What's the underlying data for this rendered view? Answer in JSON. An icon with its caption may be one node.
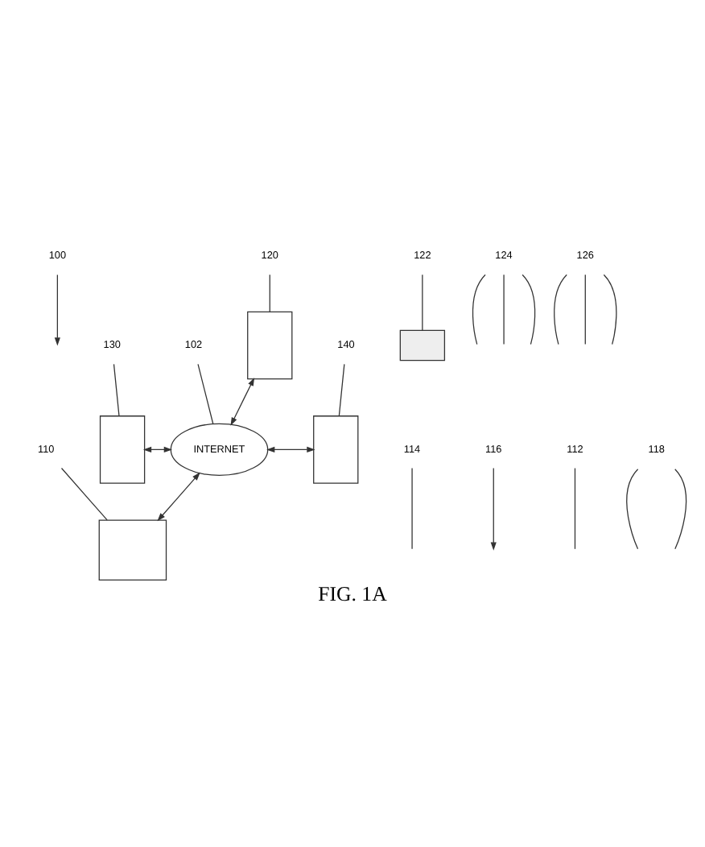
{
  "diagram": {
    "caption": "FIG. 1A",
    "nodes": [
      {
        "text": [
          "100"
        ]
      },
      {
        "text": [],
        "shape": "box"
      },
      {
        "text": [],
        "shape": "box"
      },
      {
        "text": [
          "INTERNET"
        ]
      },
      {
        "text": [],
        "shape": "box"
      },
      {
        "text": [],
        "shape": "box"
      },
      {
        "text": [],
        "shape": "box"
      },
      {
        "text": [
          "120"
        ]
      },
      {
        "text": [
          "122"
        ]
      },
      {
        "text": [
          "124"
        ]
      },
      {
        "text": [
          "126"
        ]
      },
      {
        "text": [
          "102"
        ]
      },
      {
        "text": [
          "130"
        ]
      },
      {
        "text": [
          "140"
        ]
      },
      {
        "text": [
          "110"
        ]
      },
      {
        "text": [
          "114"
        ]
      },
      {
        "text": [
          "116"
        ]
      },
      {
        "text": [
          "112"
        ]
      },
      {
        "text": [
          "118"
        ]
      }
    ],
    "edges": [
      {
        "from": 0,
        "to": null,
        "arrow": "to"
      },
      {
        "from": 7,
        "to": 1,
        "arrow": "none"
      },
      {
        "from": 8,
        "to": 2,
        "arrow": "none"
      },
      {
        "from": 9,
        "to": null,
        "arrow": "none"
      },
      {
        "from": 9,
        "to": null,
        "arrow": "none"
      },
      {
        "from": 9,
        "to": null,
        "arrow": "none"
      },
      {
        "from": 10,
        "to": null,
        "arrow": "none"
      },
      {
        "from": 10,
        "to": null,
        "arrow": "none"
      },
      {
        "from": 10,
        "to": null,
        "arrow": "none"
      },
      {
        "from": 1,
        "to": 3,
        "arrow": "both"
      },
      {
        "from": 11,
        "to": 3,
        "arrow": "none"
      },
      {
        "from": 4,
        "to": 3,
        "arrow": "both"
      },
      {
        "from": 3,
        "to": 5,
        "arrow": "both"
      },
      {
        "from": 12,
        "to": 4,
        "arrow": "none"
      },
      {
        "from": 13,
        "to": 5,
        "arrow": "none"
      },
      {
        "from": 3,
        "to": 6,
        "arrow": "both"
      },
      {
        "from": 14,
        "to": 6,
        "arrow": "none"
      },
      {
        "from": 15,
        "to": null,
        "arrow": "none"
      },
      {
        "from": 16,
        "to": null,
        "arrow": "to"
      },
      {
        "from": 17,
        "to": null,
        "arrow": "none"
      },
      {
        "from": 18,
        "to": null,
        "arrow": "none"
      },
      {
        "from": 18,
        "to": null,
        "arrow": "none"
      }
    ]
  }
}
